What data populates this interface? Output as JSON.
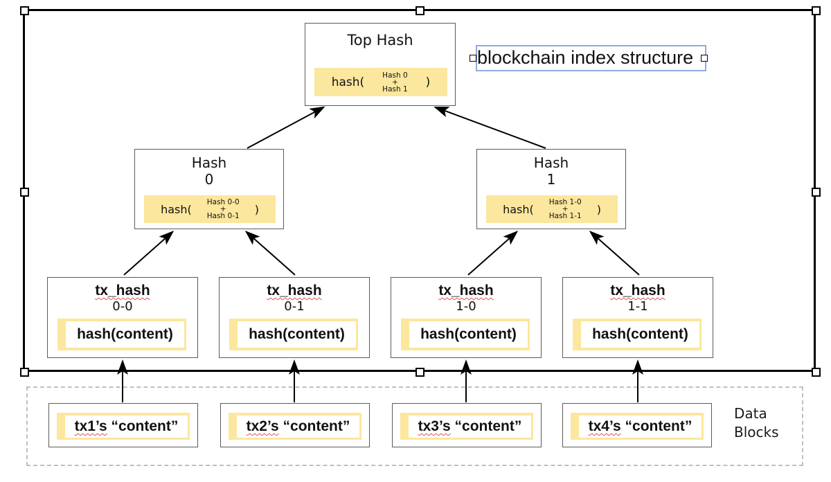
{
  "label": {
    "text": "blockchain index structure"
  },
  "tree": {
    "top": {
      "title": "Top Hash",
      "fn_open": "hash(",
      "arg_top": "Hash 0",
      "plus": "+",
      "arg_bottom": "Hash 1",
      "fn_close": ")"
    },
    "hash0": {
      "line1": "Hash",
      "line2": "0",
      "fn_open": "hash(",
      "arg_top": "Hash 0-0",
      "plus": "+",
      "arg_bottom": "Hash 0-1",
      "fn_close": ")"
    },
    "hash1": {
      "line1": "Hash",
      "line2": "1",
      "fn_open": "hash(",
      "arg_top": "Hash 1-0",
      "plus": "+",
      "arg_bottom": "Hash 1-1",
      "fn_close": ")"
    },
    "leaves": [
      {
        "title": "tx_hash",
        "index": "0-0",
        "value": "hash(content)"
      },
      {
        "title": "tx_hash",
        "index": "0-1",
        "value": "hash(content)"
      },
      {
        "title": "tx_hash",
        "index": "1-0",
        "value": "hash(content)"
      },
      {
        "title": "tx_hash",
        "index": "1-1",
        "value": "hash(content)"
      }
    ]
  },
  "data_blocks": {
    "items": [
      {
        "prefix": "tx1’s",
        "suffix": " “content”"
      },
      {
        "prefix": "tx2’s",
        "suffix": " “content”"
      },
      {
        "prefix": "tx3’s",
        "suffix": " “content”"
      },
      {
        "prefix": "tx4’s",
        "suffix": " “content”"
      }
    ],
    "caption_line1": "Data",
    "caption_line2": "Blocks"
  },
  "colors": {
    "highlight_yellow": "#fbe79d",
    "selection_blue": "#8faadc",
    "spellcheck_red": "#e34f4f",
    "node_border_gray": "#5a5a5a",
    "dashed_gray": "#bfbfbf",
    "selection_black": "#000000"
  }
}
